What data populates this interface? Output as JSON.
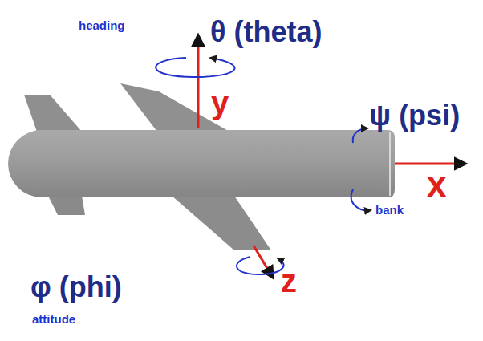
{
  "diagram": {
    "labels": [
      "heading",
      "θ (theta)",
      "y",
      "ψ (psi)",
      "x",
      "bank",
      "φ (phi)",
      "z",
      "attitude"
    ]
  }
}
